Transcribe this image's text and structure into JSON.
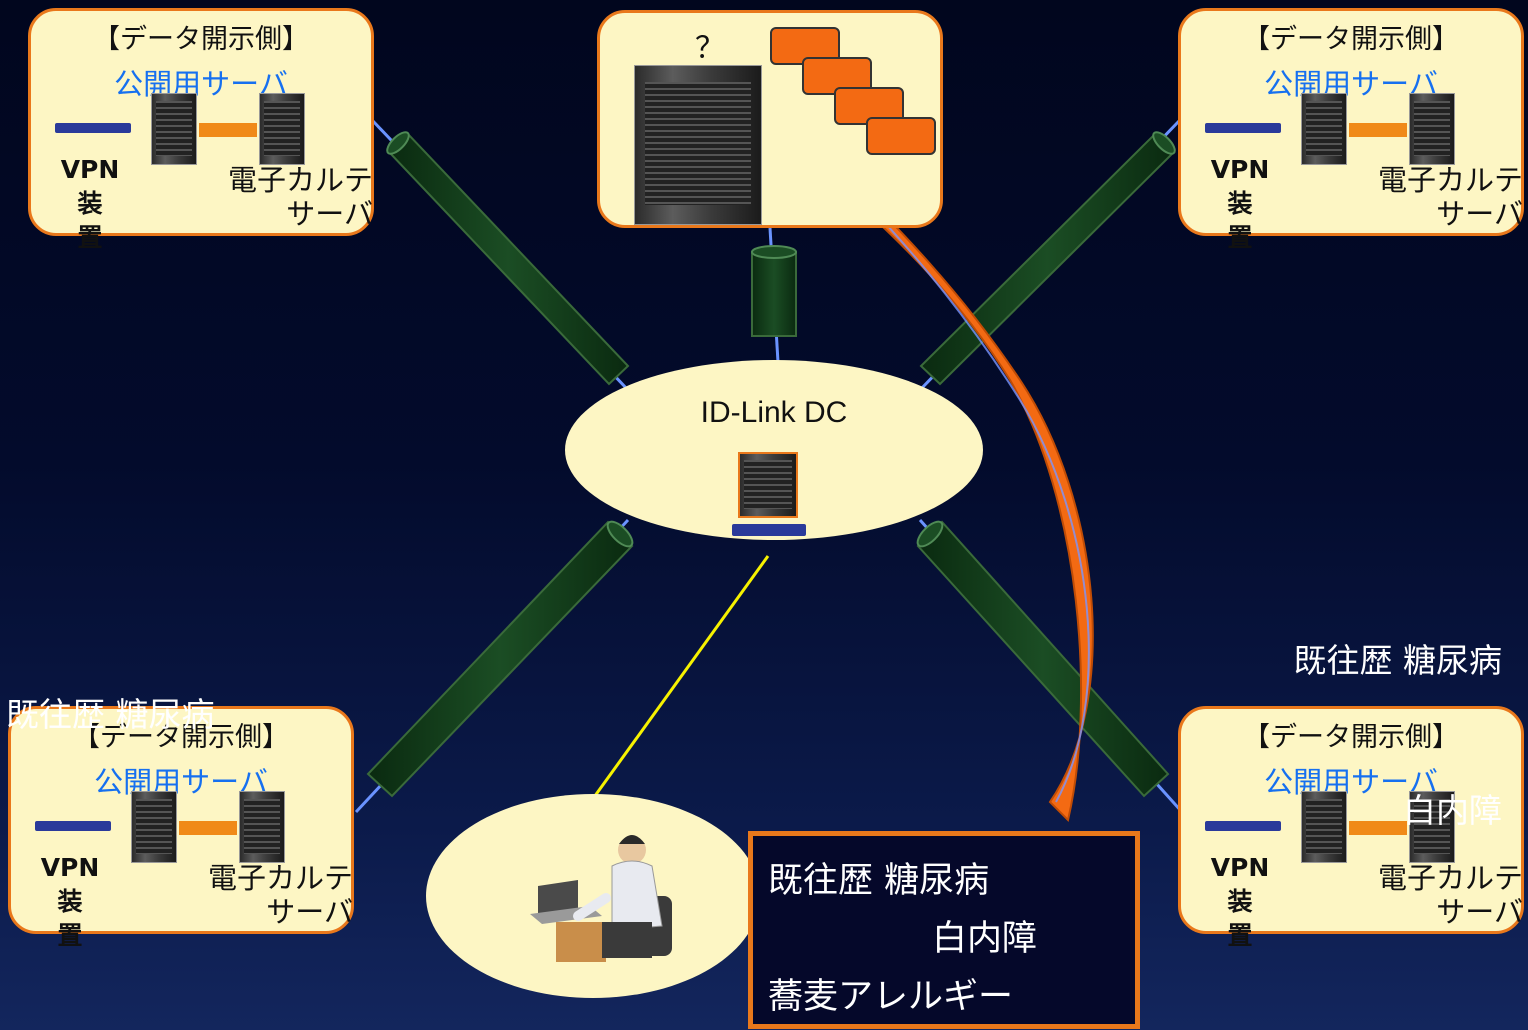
{
  "sites": [
    {
      "header": "【データ開示側】",
      "server_title": "公開用サーバ",
      "vpn_line1": "VPN装",
      "vpn_line2": "置",
      "emr_line1": "電子カルテ",
      "emr_line2": "サーバ"
    },
    {
      "header": "【データ開示側】",
      "server_title": "公開用サーバ",
      "vpn_line1": "VPN装",
      "vpn_line2": "置",
      "emr_line1": "電子カルテ",
      "emr_line2": "サーバ"
    },
    {
      "header": "【データ開示側】",
      "server_title": "公開用サーバ",
      "vpn_line1": "VPN装",
      "vpn_line2": "置",
      "emr_line1": "電子カルテ",
      "emr_line2": "サーバ"
    },
    {
      "header": "【データ開示側】",
      "server_title": "公開用サーバ",
      "vpn_line1": "VPN装",
      "vpn_line2": "置",
      "emr_line1": "電子カルテ",
      "emr_line2": "サーバ"
    }
  ],
  "top_box": {
    "question": "？"
  },
  "datacenter": {
    "label": "ID-Link DC"
  },
  "history_left": {
    "line1": "既往歴 糖尿病"
  },
  "history_right": {
    "line1": "既往歴 糖尿病",
    "line2": "白内障"
  },
  "result": {
    "line1": "既往歴 糖尿病",
    "line2": "白内障",
    "line3": "蕎麦アレルギー"
  },
  "colors": {
    "box_fill": "#fdf6c4",
    "box_border": "#e9781b",
    "tunnel": "#0f3a1a",
    "line": "#6699ff",
    "arrow": "#f36a13",
    "accent_text": "#1670f0"
  }
}
